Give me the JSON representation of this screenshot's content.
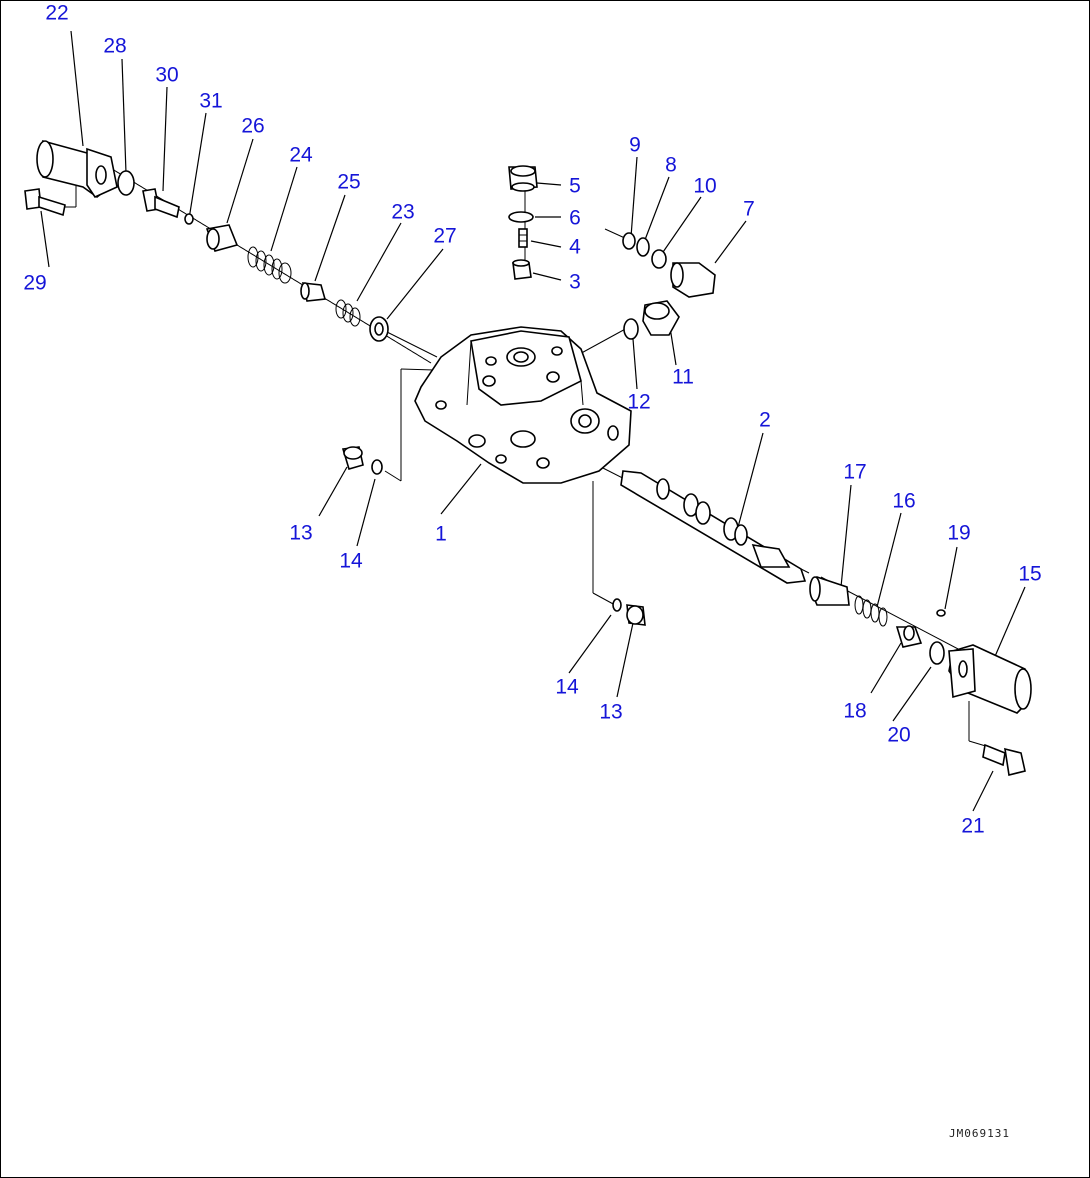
{
  "drawing_code": "JM069131",
  "labels": {
    "n1": "1",
    "n2": "2",
    "n3": "3",
    "n4": "4",
    "n5": "5",
    "n6": "6",
    "n7": "7",
    "n8": "8",
    "n9": "9",
    "n10": "10",
    "n11": "11",
    "n12": "12",
    "n13a": "13",
    "n13b": "13",
    "n14a": "14",
    "n14b": "14",
    "n15": "15",
    "n16": "16",
    "n17": "17",
    "n18": "18",
    "n19": "19",
    "n20": "20",
    "n21": "21",
    "n22": "22",
    "n23": "23",
    "n24": "24",
    "n25": "25",
    "n26": "26",
    "n27": "27",
    "n28": "28",
    "n29": "29",
    "n30": "30",
    "n31": "31"
  },
  "colors": {
    "callout": "#1515d8",
    "line": "#000000",
    "background": "#ffffff"
  }
}
